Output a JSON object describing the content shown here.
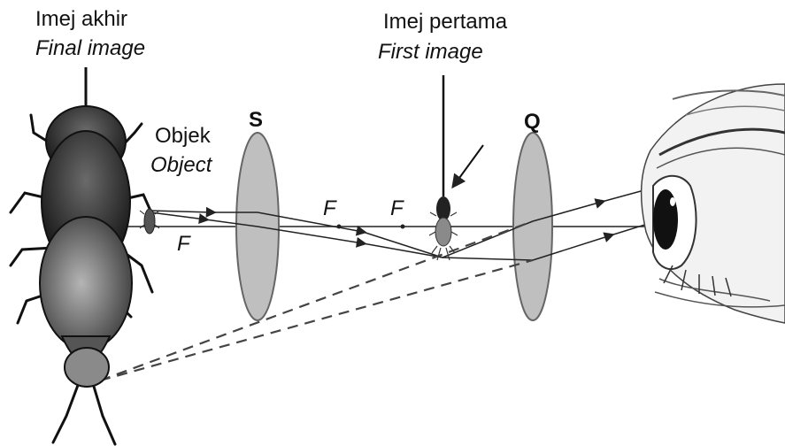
{
  "labels": {
    "final_image_ms": "Imej akhir",
    "final_image_en": "Final image",
    "first_image_ms": "Imej pertama",
    "first_image_en": "First image",
    "object_ms": "Objek",
    "object_en": "Object",
    "lens_s": "S",
    "lens_q": "Q",
    "focus_1": "F",
    "focus_2": "F",
    "focus_3": "F"
  },
  "icons": {
    "final_image": "large-beetle-icon",
    "object": "small-beetle-icon",
    "first_image": "medium-beetle-icon",
    "eye": "eye-icon"
  },
  "colors": {
    "ray": "#222222",
    "lens_fill": "#bfbfbf",
    "lens_stroke": "#666666"
  }
}
